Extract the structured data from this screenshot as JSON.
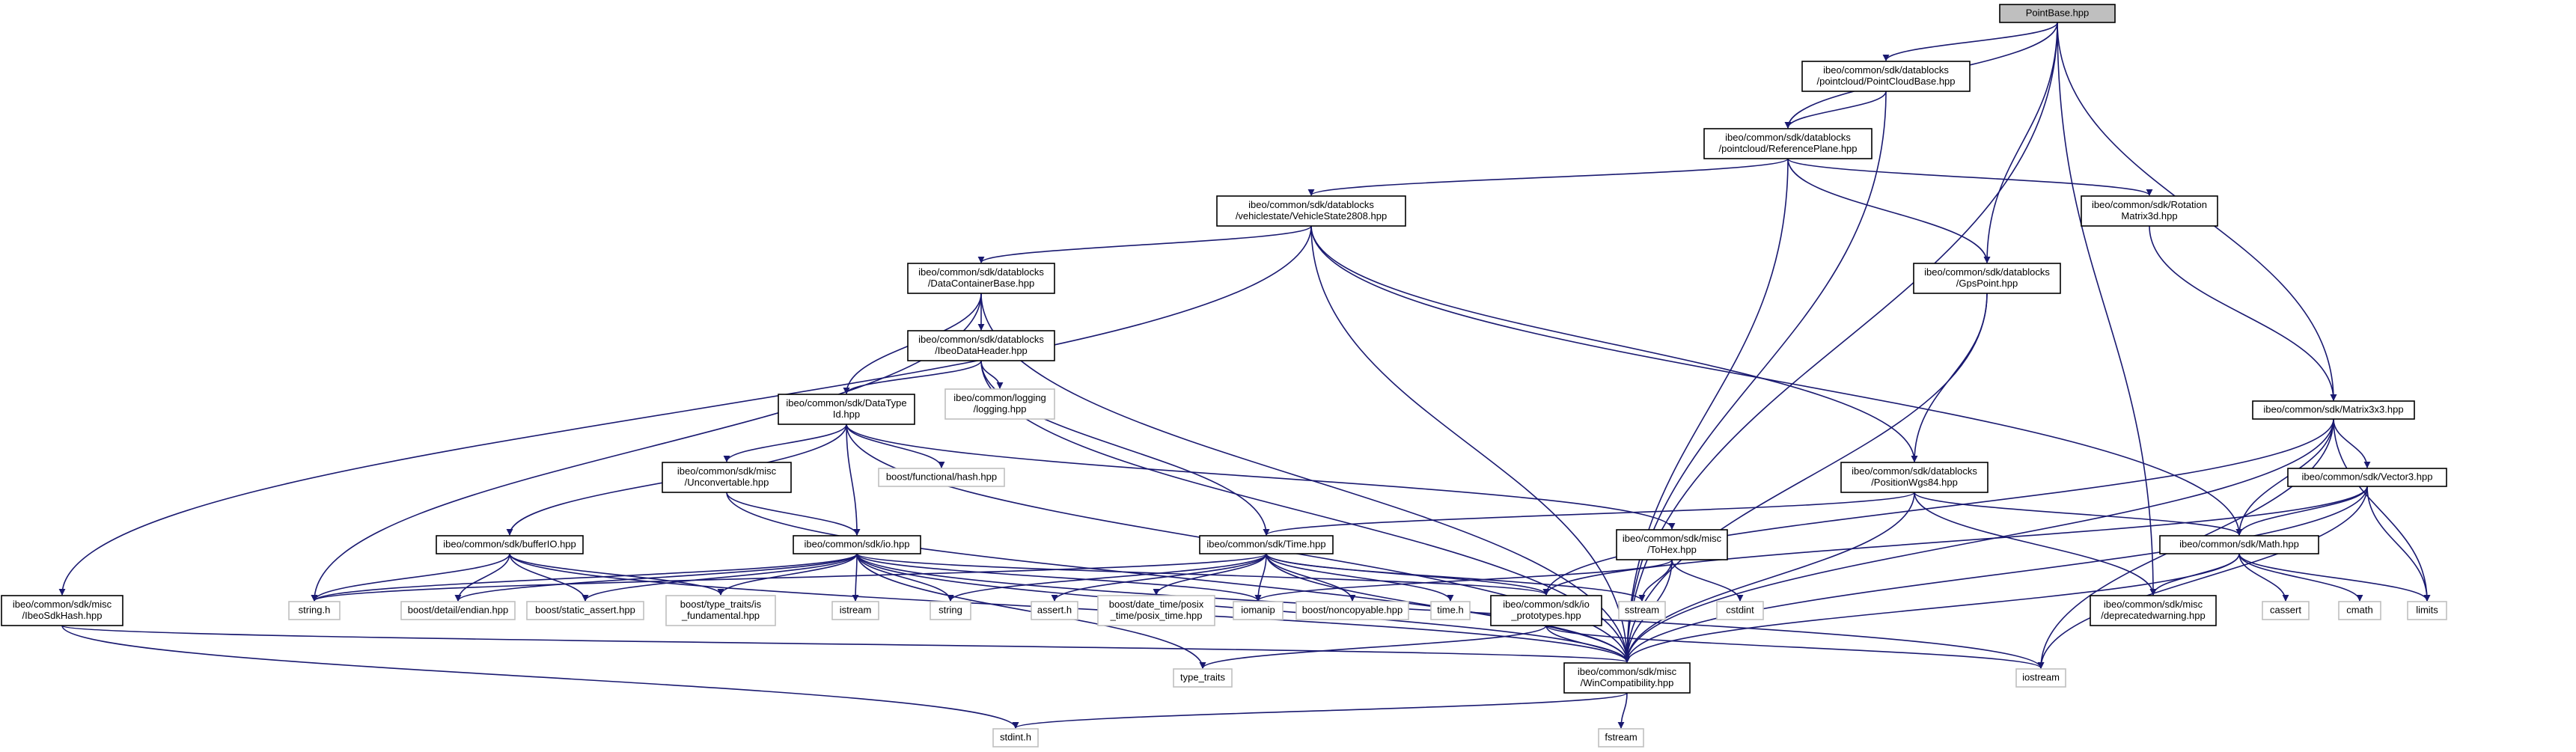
{
  "title": "PointBase.hpp",
  "colors": {
    "edge": "#191970",
    "root_fill": "#bfbfbf",
    "node_border": "#000000",
    "external_border": "#bfbfbf"
  },
  "nodes": [
    {
      "id": "pointbase",
      "lines": [
        "PointBase.hpp"
      ],
      "kind": "root"
    },
    {
      "id": "pointcloudbase",
      "lines": [
        "ibeo/common/sdk/datablocks",
        "/pointcloud/PointCloudBase.hpp"
      ],
      "kind": "internal"
    },
    {
      "id": "referenceplane",
      "lines": [
        "ibeo/common/sdk/datablocks",
        "/pointcloud/ReferencePlane.hpp"
      ],
      "kind": "internal"
    },
    {
      "id": "vehiclestate",
      "lines": [
        "ibeo/common/sdk/datablocks",
        "/vehiclestate/VehicleState2808.hpp"
      ],
      "kind": "internal"
    },
    {
      "id": "rotation",
      "lines": [
        "ibeo/common/sdk/Rotation",
        "Matrix3d.hpp"
      ],
      "kind": "internal"
    },
    {
      "id": "gpspoint",
      "lines": [
        "ibeo/common/sdk/datablocks",
        "/GpsPoint.hpp"
      ],
      "kind": "internal"
    },
    {
      "id": "datacontainer",
      "lines": [
        "ibeo/common/sdk/datablocks",
        "/DataContainerBase.hpp"
      ],
      "kind": "internal"
    },
    {
      "id": "ibeodataheader",
      "lines": [
        "ibeo/common/sdk/datablocks",
        "/IbeoDataHeader.hpp"
      ],
      "kind": "internal"
    },
    {
      "id": "logging",
      "lines": [
        "ibeo/common/logging",
        "/logging.hpp"
      ],
      "kind": "external"
    },
    {
      "id": "datatypeid",
      "lines": [
        "ibeo/common/sdk/DataType",
        "Id.hpp"
      ],
      "kind": "internal"
    },
    {
      "id": "matrix3x3",
      "lines": [
        "ibeo/common/sdk/Matrix3x3.hpp"
      ],
      "kind": "internal"
    },
    {
      "id": "vector3",
      "lines": [
        "ibeo/common/sdk/Vector3.hpp"
      ],
      "kind": "internal"
    },
    {
      "id": "positionwgs84",
      "lines": [
        "ibeo/common/sdk/datablocks",
        "/PositionWgs84.hpp"
      ],
      "kind": "internal"
    },
    {
      "id": "boosthash",
      "lines": [
        "boost/functional/hash.hpp"
      ],
      "kind": "external"
    },
    {
      "id": "unconvertable",
      "lines": [
        "ibeo/common/sdk/misc",
        "/Unconvertable.hpp"
      ],
      "kind": "internal"
    },
    {
      "id": "mathhpp",
      "lines": [
        "ibeo/common/sdk/Math.hpp"
      ],
      "kind": "internal"
    },
    {
      "id": "bufferio",
      "lines": [
        "ibeo/common/sdk/bufferIO.hpp"
      ],
      "kind": "internal"
    },
    {
      "id": "iohpp",
      "lines": [
        "ibeo/common/sdk/io.hpp"
      ],
      "kind": "internal"
    },
    {
      "id": "timehpp",
      "lines": [
        "ibeo/common/sdk/Time.hpp"
      ],
      "kind": "internal"
    },
    {
      "id": "tohex",
      "lines": [
        "ibeo/common/sdk/misc",
        "/ToHex.hpp"
      ],
      "kind": "internal"
    },
    {
      "id": "sdkhash",
      "lines": [
        "ibeo/common/sdk/misc",
        "/IbeoSdkHash.hpp"
      ],
      "kind": "internal"
    },
    {
      "id": "stringh",
      "lines": [
        "string.h"
      ],
      "kind": "external"
    },
    {
      "id": "endian",
      "lines": [
        "boost/detail/endian.hpp"
      ],
      "kind": "external"
    },
    {
      "id": "staticassert",
      "lines": [
        "boost/static_assert.hpp"
      ],
      "kind": "external"
    },
    {
      "id": "isfundamental",
      "lines": [
        "boost/type_traits/is",
        "_fundamental.hpp"
      ],
      "kind": "external"
    },
    {
      "id": "istream",
      "lines": [
        "istream"
      ],
      "kind": "external"
    },
    {
      "id": "string",
      "lines": [
        "string"
      ],
      "kind": "external"
    },
    {
      "id": "asserth",
      "lines": [
        "assert.h"
      ],
      "kind": "external"
    },
    {
      "id": "posixtime",
      "lines": [
        "boost/date_time/posix",
        "_time/posix_time.hpp"
      ],
      "kind": "external"
    },
    {
      "id": "iomanip",
      "lines": [
        "iomanip"
      ],
      "kind": "external"
    },
    {
      "id": "noncopyable",
      "lines": [
        "boost/noncopyable.hpp"
      ],
      "kind": "external"
    },
    {
      "id": "timeh",
      "lines": [
        "time.h"
      ],
      "kind": "external"
    },
    {
      "id": "ioprototypes",
      "lines": [
        "ibeo/common/sdk/io",
        "_prototypes.hpp"
      ],
      "kind": "internal"
    },
    {
      "id": "sstream",
      "lines": [
        "sstream"
      ],
      "kind": "external"
    },
    {
      "id": "cstdint",
      "lines": [
        "cstdint"
      ],
      "kind": "external"
    },
    {
      "id": "deprecated",
      "lines": [
        "ibeo/common/sdk/misc",
        "/deprecatedwarning.hpp"
      ],
      "kind": "internal"
    },
    {
      "id": "cassert",
      "lines": [
        "cassert"
      ],
      "kind": "external"
    },
    {
      "id": "cmath",
      "lines": [
        "cmath"
      ],
      "kind": "external"
    },
    {
      "id": "limits",
      "lines": [
        "limits"
      ],
      "kind": "external"
    },
    {
      "id": "wincompat",
      "lines": [
        "ibeo/common/sdk/misc",
        "/WinCompatibility.hpp"
      ],
      "kind": "internal"
    },
    {
      "id": "typetraits",
      "lines": [
        "type_traits"
      ],
      "kind": "external"
    },
    {
      "id": "iostream",
      "lines": [
        "iostream"
      ],
      "kind": "external"
    },
    {
      "id": "stdinth",
      "lines": [
        "stdint.h"
      ],
      "kind": "external"
    },
    {
      "id": "fstream",
      "lines": [
        "fstream"
      ],
      "kind": "external"
    }
  ],
  "edges": [
    [
      "pointbase",
      "pointcloudbase"
    ],
    [
      "pointbase",
      "referenceplane"
    ],
    [
      "pointbase",
      "gpspoint"
    ],
    [
      "pointbase",
      "matrix3x3"
    ],
    [
      "pointbase",
      "deprecated"
    ],
    [
      "pointbase",
      "wincompat"
    ],
    [
      "pointcloudbase",
      "referenceplane"
    ],
    [
      "pointcloudbase",
      "wincompat"
    ],
    [
      "referenceplane",
      "vehiclestate"
    ],
    [
      "referenceplane",
      "rotation"
    ],
    [
      "referenceplane",
      "gpspoint"
    ],
    [
      "referenceplane",
      "wincompat"
    ],
    [
      "vehiclestate",
      "datacontainer"
    ],
    [
      "vehiclestate",
      "positionwgs84"
    ],
    [
      "vehiclestate",
      "mathhpp"
    ],
    [
      "vehiclestate",
      "sdkhash"
    ],
    [
      "vehiclestate",
      "wincompat"
    ],
    [
      "rotation",
      "matrix3x3"
    ],
    [
      "gpspoint",
      "positionwgs84"
    ],
    [
      "gpspoint",
      "wincompat"
    ],
    [
      "datacontainer",
      "ibeodataheader"
    ],
    [
      "datacontainer",
      "datatypeid"
    ],
    [
      "datacontainer",
      "stringh"
    ],
    [
      "datacontainer",
      "wincompat"
    ],
    [
      "ibeodataheader",
      "logging"
    ],
    [
      "ibeodataheader",
      "datatypeid"
    ],
    [
      "ibeodataheader",
      "timehpp"
    ],
    [
      "ibeodataheader",
      "wincompat"
    ],
    [
      "datatypeid",
      "boosthash"
    ],
    [
      "datatypeid",
      "unconvertable"
    ],
    [
      "datatypeid",
      "iohpp"
    ],
    [
      "datatypeid",
      "bufferio"
    ],
    [
      "datatypeid",
      "tohex"
    ],
    [
      "datatypeid",
      "wincompat"
    ],
    [
      "unconvertable",
      "iohpp"
    ],
    [
      "unconvertable",
      "wincompat"
    ],
    [
      "matrix3x3",
      "vector3"
    ],
    [
      "matrix3x3",
      "mathhpp"
    ],
    [
      "matrix3x3",
      "ioprototypes"
    ],
    [
      "matrix3x3",
      "limits"
    ],
    [
      "matrix3x3",
      "wincompat"
    ],
    [
      "matrix3x3",
      "iostream"
    ],
    [
      "vector3",
      "mathhpp"
    ],
    [
      "vector3",
      "ioprototypes"
    ],
    [
      "vector3",
      "limits"
    ],
    [
      "vector3",
      "wincompat"
    ],
    [
      "vector3",
      "iostream"
    ],
    [
      "positionwgs84",
      "timehpp"
    ],
    [
      "positionwgs84",
      "mathhpp"
    ],
    [
      "positionwgs84",
      "deprecated"
    ],
    [
      "positionwgs84",
      "wincompat"
    ],
    [
      "mathhpp",
      "deprecated"
    ],
    [
      "mathhpp",
      "cassert"
    ],
    [
      "mathhpp",
      "cmath"
    ],
    [
      "mathhpp",
      "limits"
    ],
    [
      "mathhpp",
      "wincompat"
    ],
    [
      "bufferio",
      "stringh"
    ],
    [
      "bufferio",
      "endian"
    ],
    [
      "bufferio",
      "staticassert"
    ],
    [
      "bufferio",
      "isfundamental"
    ],
    [
      "bufferio",
      "wincompat"
    ],
    [
      "iohpp",
      "stringh"
    ],
    [
      "iohpp",
      "endian"
    ],
    [
      "iohpp",
      "staticassert"
    ],
    [
      "iohpp",
      "isfundamental"
    ],
    [
      "iohpp",
      "istream"
    ],
    [
      "iohpp",
      "string"
    ],
    [
      "iohpp",
      "iomanip"
    ],
    [
      "iohpp",
      "ioprototypes"
    ],
    [
      "iohpp",
      "wincompat"
    ],
    [
      "iohpp",
      "typetraits"
    ],
    [
      "iohpp",
      "iostream"
    ],
    [
      "timehpp",
      "stringh"
    ],
    [
      "timehpp",
      "string"
    ],
    [
      "timehpp",
      "asserth"
    ],
    [
      "timehpp",
      "posixtime"
    ],
    [
      "timehpp",
      "iomanip"
    ],
    [
      "timehpp",
      "noncopyable"
    ],
    [
      "timehpp",
      "timeh"
    ],
    [
      "timehpp",
      "ioprototypes"
    ],
    [
      "timehpp",
      "sstream"
    ],
    [
      "timehpp",
      "wincompat"
    ],
    [
      "tohex",
      "iomanip"
    ],
    [
      "tohex",
      "sstream"
    ],
    [
      "tohex",
      "cstdint"
    ],
    [
      "tohex",
      "wincompat"
    ],
    [
      "ioprototypes",
      "wincompat"
    ],
    [
      "ioprototypes",
      "typetraits"
    ],
    [
      "ioprototypes",
      "iostream"
    ],
    [
      "sdkhash",
      "wincompat"
    ],
    [
      "sdkhash",
      "stdinth"
    ],
    [
      "wincompat",
      "stdinth"
    ],
    [
      "wincompat",
      "fstream"
    ]
  ]
}
